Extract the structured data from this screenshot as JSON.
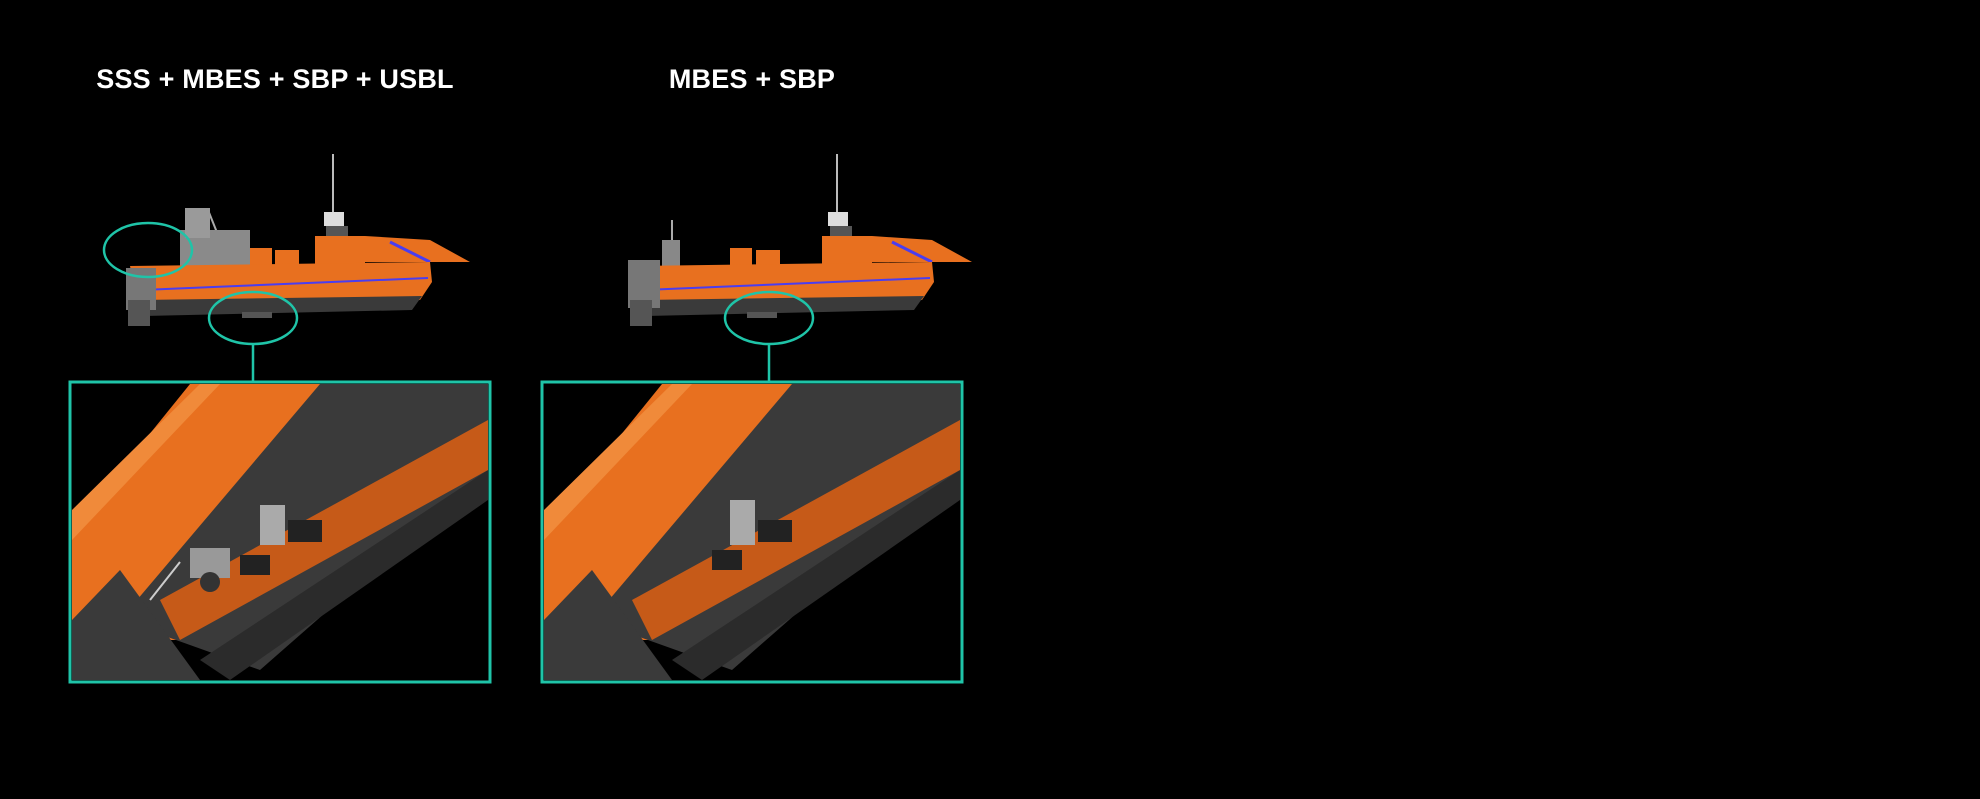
{
  "colors": {
    "background": "#000000",
    "highlight": "#1fc4a8",
    "hull_orange": "#e8701f",
    "hull_dark": "#3a3a3a",
    "stripe_blue": "#4a3df0"
  },
  "configurations": [
    {
      "title": "SSS + MBES + SBP + USBL",
      "icons": [
        "vessel-side-view",
        "sonar-closeup"
      ]
    },
    {
      "title": "MBES + SBP",
      "icons": [
        "vessel-side-view",
        "sonar-closeup"
      ]
    }
  ]
}
